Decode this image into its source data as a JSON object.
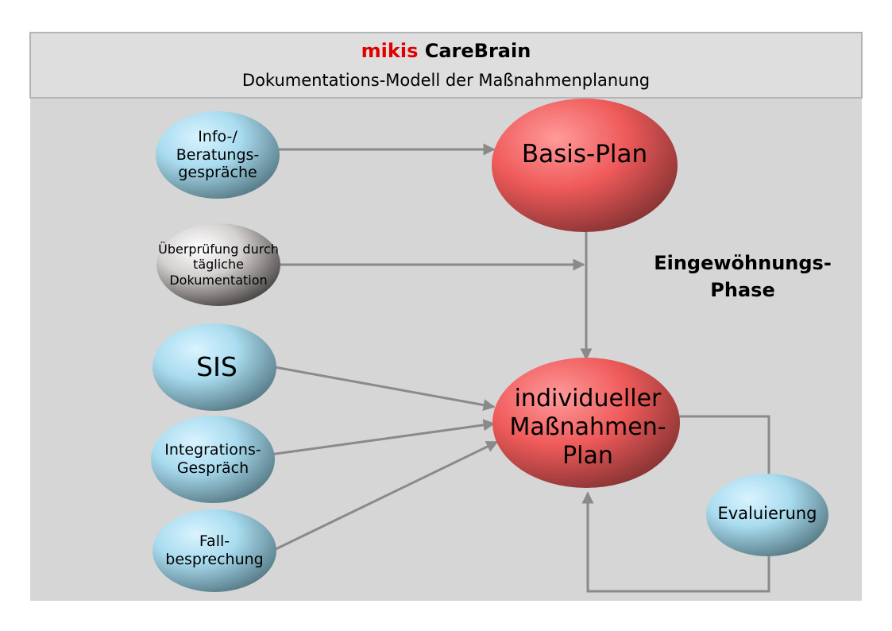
{
  "header": {
    "brand": "mikis",
    "product": "CareBrain",
    "subtitle": "Dokumentations-Modell der Maßnahmenplanung"
  },
  "phase_label": "Eingewöhnungs-Phase",
  "nodes": {
    "info": "Info-/ Beratungs- gespräche",
    "basis": "Basis-Plan",
    "ueberpruefung": "Überprüfung durch tägliche Dokumentation",
    "sis": "SIS",
    "integration": "Integrations- Gespräch",
    "fall": "Fall- besprechung",
    "individueller": "individueller Maßnahmen- Plan",
    "evaluierung": "Evaluierung"
  },
  "colors": {
    "blue_node": "#a9dcef",
    "red_node": "#ef5a5a",
    "gray_node": "#9a9696",
    "connector": "#8a8a8a",
    "brand_red": "#e00000"
  }
}
